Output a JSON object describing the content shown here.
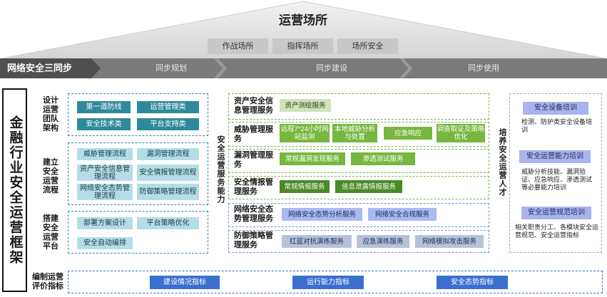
{
  "title": "运营场所",
  "venues": [
    "作战场所",
    "指挥场所",
    "场所安全"
  ],
  "band": {
    "head": "网络安全三同步",
    "stages": [
      "同步规划",
      "同步建设",
      "同步使用"
    ]
  },
  "vertical_title": "金融行业安全运营框架",
  "left": {
    "rows": [
      {
        "label": "设计运营团队架构",
        "items": [
          "第一道防线",
          "运营管理类",
          "安全技术类",
          "平台支持类"
        ]
      },
      {
        "label": "建立安全运营流程",
        "items": [
          "威胁管理流程",
          "漏洞管理流程",
          "资产安全信息管理流程",
          "安全情报管理流程",
          "网络安全态势管理流程",
          "防御策略管理流程"
        ]
      },
      {
        "label": "搭建安全运营平台",
        "items": [
          "部署方案设计",
          "平台策略优化",
          "安全自动编排"
        ]
      }
    ]
  },
  "middle": {
    "column_label": "安全运营服务能力",
    "rows": [
      {
        "category": "资产安全信息管理服务",
        "items": [
          "资产测绘服务"
        ]
      },
      {
        "category": "威胁管理服务",
        "items": [
          "远程7*24小时网站监测",
          "本地威胁分析与处置",
          "应急响应",
          "调查取证及策略优化"
        ]
      },
      {
        "category": "漏洞管理服务",
        "items": [
          "常规漏洞发现服务",
          "渗透测试服务"
        ]
      },
      {
        "category": "安全情报管理服务",
        "items": [
          "常规情报服务",
          "信息泄露情报服务"
        ]
      },
      {
        "category": "网络安全态势管理服务",
        "items": [
          "网络安全态势分析服务",
          "网络安全合规服务"
        ]
      },
      {
        "category": "防御策略管理服务",
        "items": [
          "红蓝对抗演练服务",
          "应急演练服务",
          "网络模拟攻击服务"
        ]
      }
    ]
  },
  "right": {
    "column_label": "培养安全运营人才",
    "trainings": [
      {
        "name": "安全设备培训",
        "desc": "检测、防护类安全设备培训"
      },
      {
        "name": "安全运营能力培训",
        "desc": "威胁分析技能、漏洞验证、应急响应、渗透测试等必要能力培训"
      },
      {
        "name": "安全运营规范培训",
        "desc": "相关职责分工、各模块安全运营规范、安全运营指标"
      }
    ]
  },
  "bottom": {
    "label": "编制运营评价指标",
    "metrics": [
      "建设情况指标",
      "运行能力指标",
      "安全态势指标"
    ]
  }
}
